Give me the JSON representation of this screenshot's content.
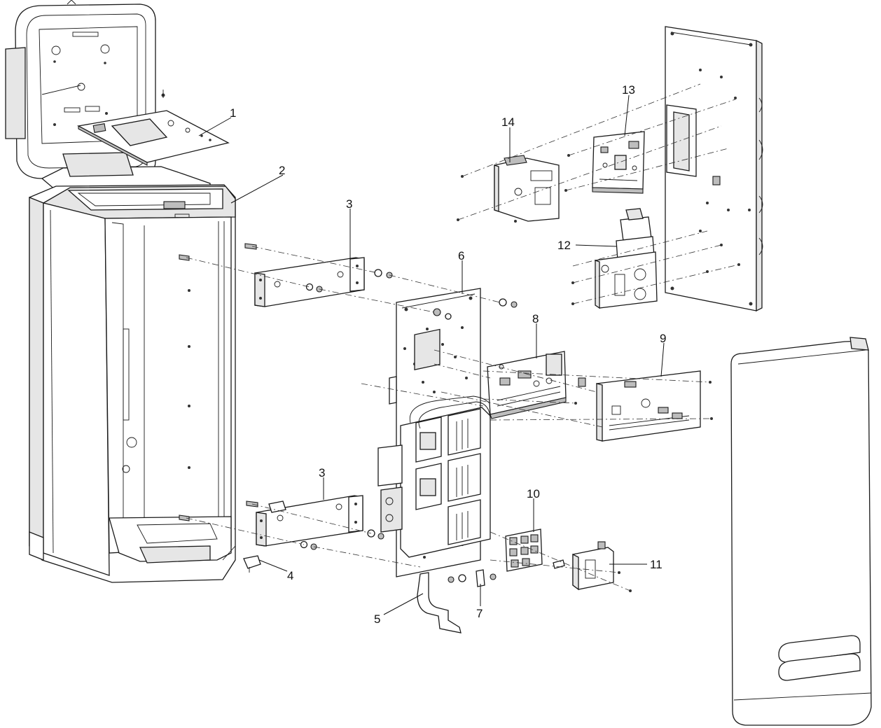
{
  "callouts": {
    "c1": "1",
    "c2": "2",
    "c3a": "3",
    "c3b": "3",
    "c4": "4",
    "c5": "5",
    "c6": "6",
    "c7": "7",
    "c8": "8",
    "c9": "9",
    "c10": "10",
    "c11": "11",
    "c12": "12",
    "c13": "13",
    "c14": "14"
  }
}
